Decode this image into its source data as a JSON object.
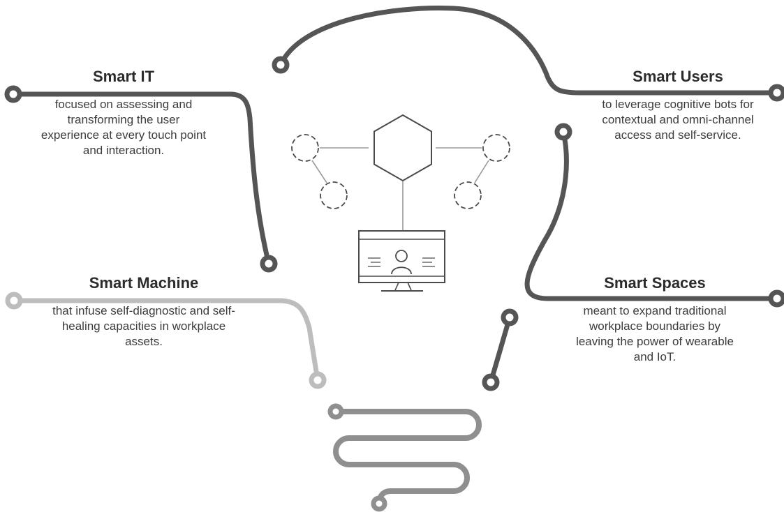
{
  "colors": {
    "dark": "#555555",
    "light": "#bdbdbd",
    "filament": "#8f8f8f",
    "icon": "#4a4a4a",
    "thin": "#9a9a9a"
  },
  "icons": [
    "hexagon-node-icon",
    "dashed-circle-icon",
    "monitor-user-icon"
  ],
  "items": {
    "smart_it": {
      "title": "Smart IT",
      "text": "focused on assessing and transforming the user experience at every touch point and interaction."
    },
    "smart_users": {
      "title": "Smart Users",
      "text": "to leverage cognitive bots for contextual and omni-channel access and self-service."
    },
    "smart_machine": {
      "title": "Smart Machine",
      "text": "that infuse self-diagnostic and self-healing capacities in workplace assets."
    },
    "smart_spaces": {
      "title": "Smart Spaces",
      "text": "meant to expand traditional workplace boundaries by leaving the power of wearable and IoT."
    }
  }
}
